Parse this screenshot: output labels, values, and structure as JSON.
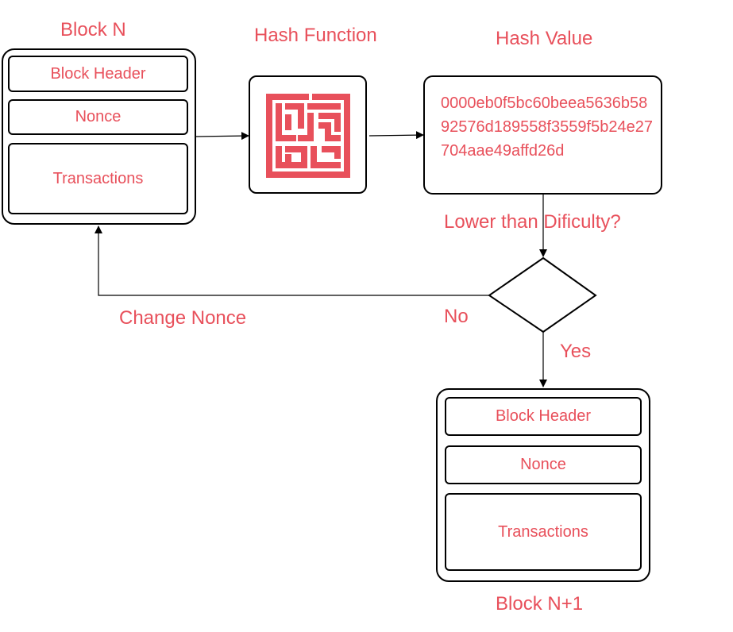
{
  "block_n": {
    "title": "Block N",
    "header_label": "Block Header",
    "nonce_label": "Nonce",
    "transactions_label": "Transactions"
  },
  "hash_function": {
    "title": "Hash Function",
    "icon": "maze-icon"
  },
  "hash_value": {
    "title": "Hash Value",
    "value": "0000eb0f5bc60beea5636b5892576d189558f3559f5b24e27704aae49affd26d"
  },
  "decision": {
    "question": "Lower than Dificulty?",
    "no_label": "No",
    "yes_label": "Yes",
    "no_action": "Change Nonce"
  },
  "block_n1": {
    "title": "Block N+1",
    "header_label": "Block Header",
    "nonce_label": "Nonce",
    "transactions_label": "Transactions"
  },
  "colors": {
    "accent": "#e8505b",
    "line": "#000000"
  }
}
